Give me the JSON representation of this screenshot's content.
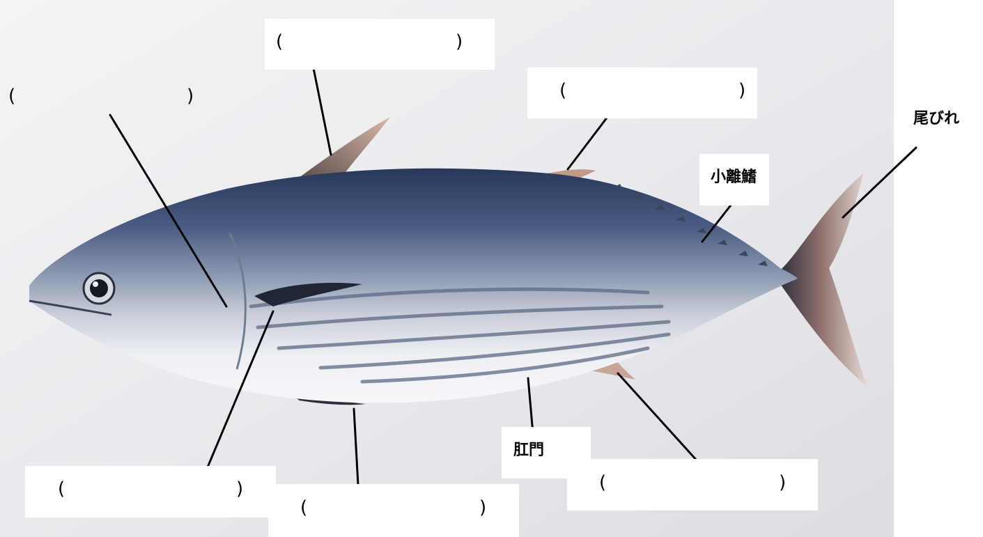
{
  "labels": {
    "tail_fin": "尾びれ",
    "finlets": "小離鰭",
    "anus": "肛門"
  },
  "blanks": {
    "open": "(",
    "close": ")"
  },
  "colors": {
    "background": "#e6e7ea",
    "body_dark": "#2e3f63",
    "body_mid": "#7c8ba7",
    "belly": "#f1f2f5",
    "fin_pink": "#c59f92",
    "leader_line": "#000000"
  }
}
